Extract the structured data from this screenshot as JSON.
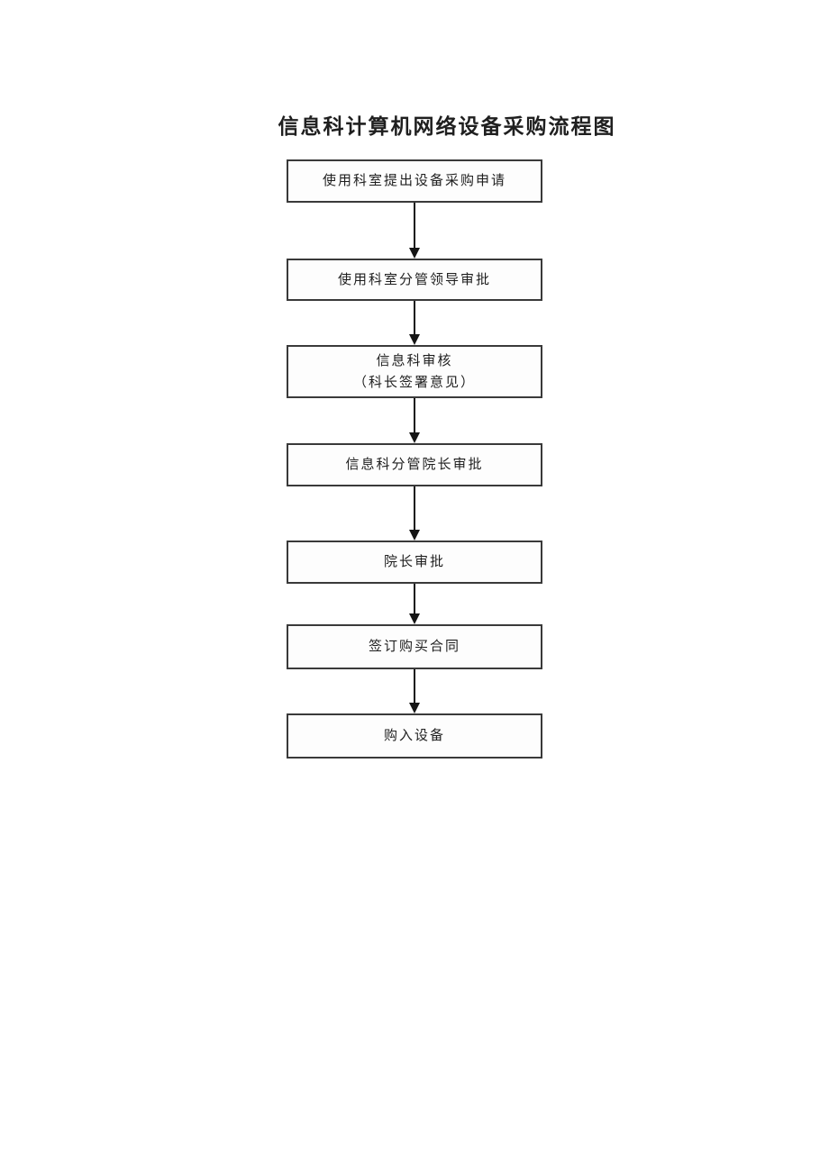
{
  "document": {
    "title": "信息科计算机网络设备采购流程图"
  },
  "flowchart": {
    "direction": "top-to-bottom",
    "steps": [
      "使用科室提出设备采购申请",
      "使用科室分管领导审批",
      "信息科审核\n（科长签署意见）",
      "信息科分管院长审批",
      "院长审批",
      "签订购买合同",
      "购入设备"
    ]
  },
  "colors": {
    "background": "#ffffff",
    "box_border": "#3a3a3a",
    "box_fill": "#fdfdfd",
    "text": "#1f1f1f",
    "arrow": "#151515"
  }
}
